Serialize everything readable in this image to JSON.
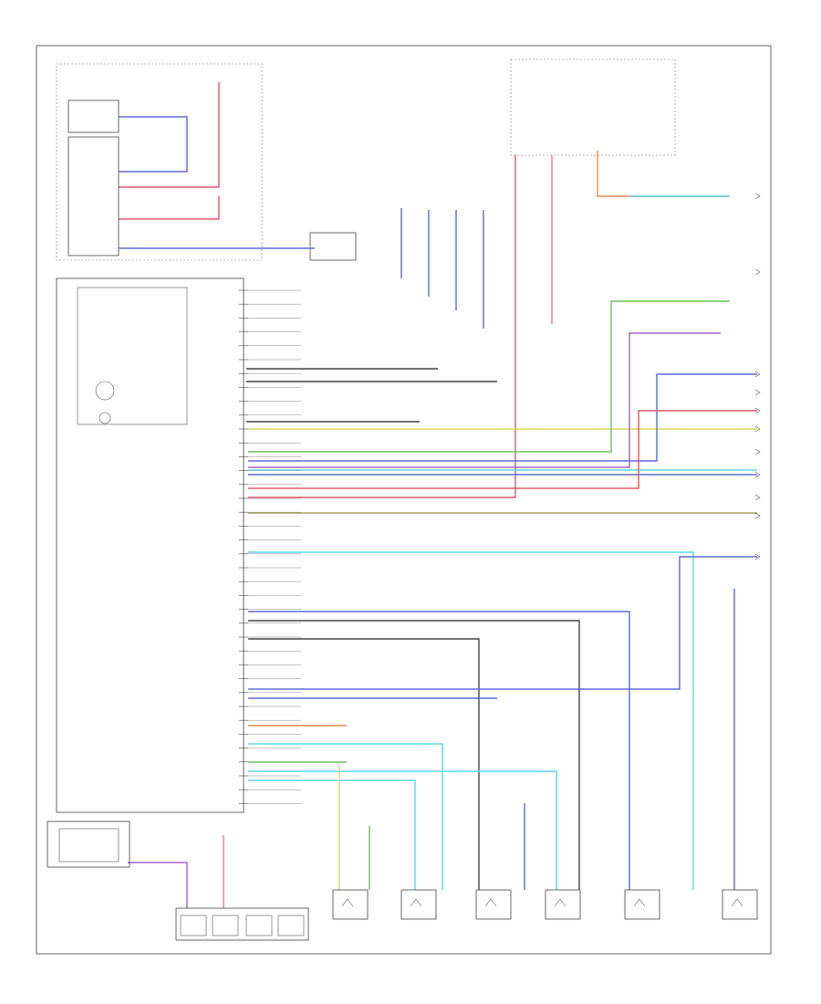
{
  "footer": {
    "code": ""
  },
  "colors": {
    "blue": "#5b6bd8",
    "red": "#e05a6a",
    "pink": "#e77aa0",
    "purple": "#a064c8",
    "green": "#6cc35a",
    "cyan": "#5cd6e8",
    "yellow": "#d8d85a",
    "olive": "#a8a060",
    "orange": "#f0884a",
    "brown": "#8a5a4a",
    "black": "#444444"
  },
  "wires": [
    {
      "color": "blue"
    },
    {
      "color": "red"
    },
    {
      "color": "red"
    },
    {
      "color": "blue"
    },
    {
      "color": "pink"
    },
    {
      "color": "green"
    },
    {
      "color": "purple"
    },
    {
      "color": "cyan"
    },
    {
      "color": "yellow"
    },
    {
      "color": "orange"
    },
    {
      "color": "brown"
    }
  ]
}
